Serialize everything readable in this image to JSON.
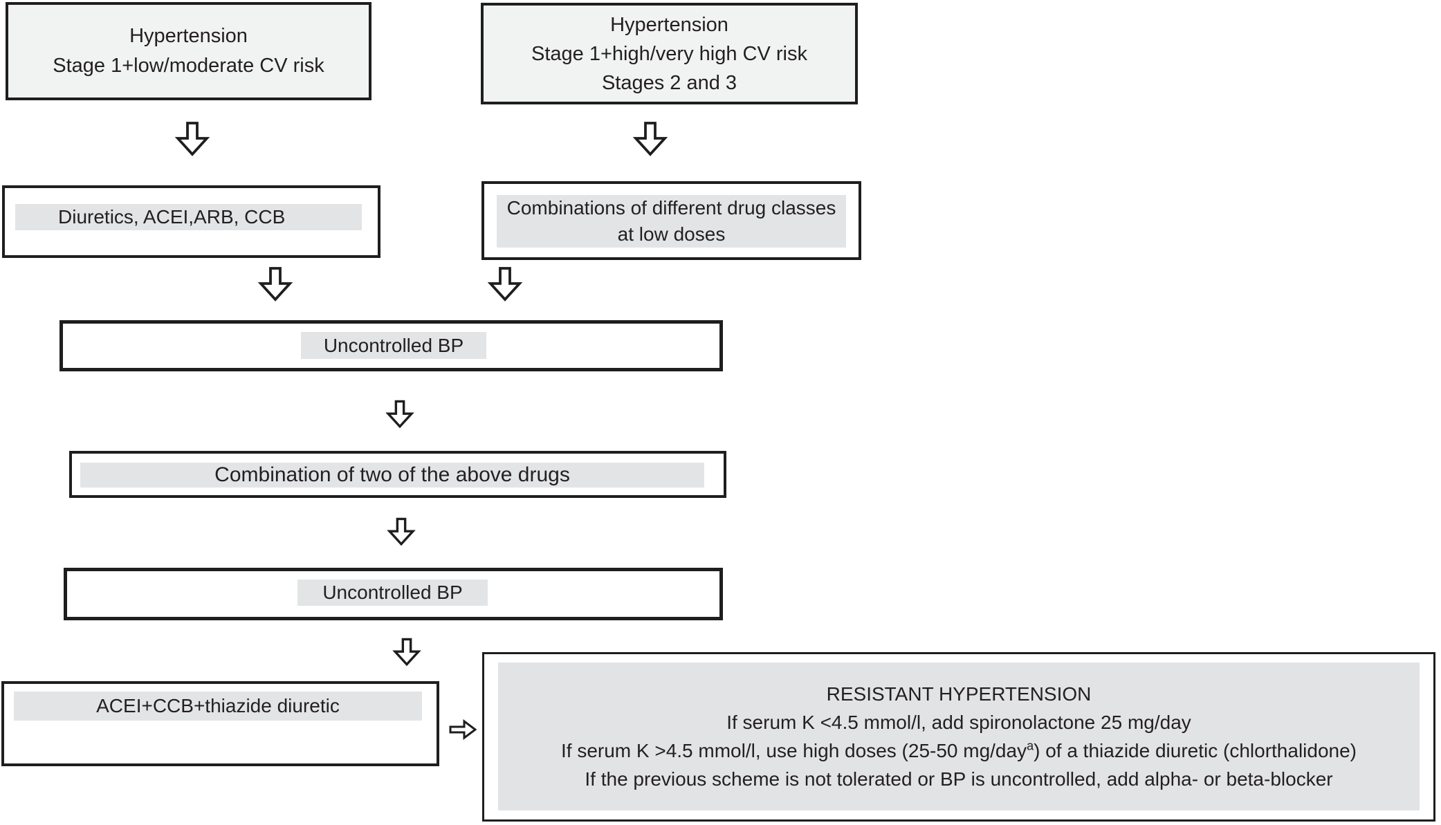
{
  "flowchart": {
    "description": "Hypertension treatment algorithm flowchart",
    "box_hypertension_low_risk": {
      "line1": "Hypertension",
      "line2": "Stage 1+low/moderate CV risk"
    },
    "box_hypertension_high_risk": {
      "line1": "Hypertension",
      "line2": "Stage 1+high/very high CV risk",
      "line3": "Stages 2 and 3"
    },
    "box_monotherapy": {
      "label": "Diuretics, ACEI,ARB, CCB"
    },
    "box_low_dose_combinations": {
      "line1": "Combinations of different drug classes",
      "line2": "at low doses"
    },
    "box_uncontrolled_bp_1": {
      "label": "Uncontrolled BP"
    },
    "box_two_drug_combination": {
      "label": "Combination of two of the above drugs"
    },
    "box_uncontrolled_bp_2": {
      "label": "Uncontrolled BP"
    },
    "box_triple_therapy": {
      "label": "ACEI+CCB+thiazide diuretic"
    },
    "box_resistant_hypertension": {
      "line1": "RESISTANT HYPERTENSION",
      "line2": "If serum K <4.5 mmol/l, add spironolactone 25 mg/day",
      "line3_prefix": "If serum K >4.5 mmol/l, use high doses (25-50 mg/day",
      "line3_superscript": "a",
      "line3_suffix": ") of a thiazide diuretic (chlorthalidone)",
      "line4": "If the previous scheme is not tolerated or BP is uncontrolled, add alpha- or beta-blocker"
    },
    "icons": {
      "down_arrow": "down-arrow-icon",
      "right_arrow": "right-arrow-icon"
    },
    "colors": {
      "background": "#ffffff",
      "top_box_fill": "#f1f2f2",
      "band_fill": "#e2e4e6",
      "panel_fill": "#e2e3e5",
      "border": "#1e1e1e",
      "text": "#231f20"
    }
  }
}
